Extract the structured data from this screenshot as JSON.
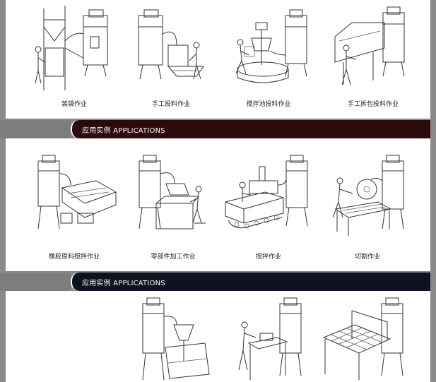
{
  "sections": [
    {
      "items": [
        {
          "caption": "装袋作业"
        },
        {
          "caption": "手工投料作业"
        },
        {
          "caption": "搅拌池投料作业"
        },
        {
          "caption": "手工拆包投料作业"
        }
      ]
    },
    {
      "banner": "应用实例  APPLICATIONS",
      "items": [
        {
          "caption": "橡胶原料搅拌作业"
        },
        {
          "caption": "零部件加工作业"
        },
        {
          "caption": "搅拌作业"
        },
        {
          "caption": "切割作业"
        }
      ]
    },
    {
      "banner": "应用实例  APPLICATIONS",
      "items": []
    }
  ],
  "colors": {
    "banner_1": "#2a0a0c",
    "banner_2": "#0f1220",
    "frame": "#8a8a8a"
  }
}
